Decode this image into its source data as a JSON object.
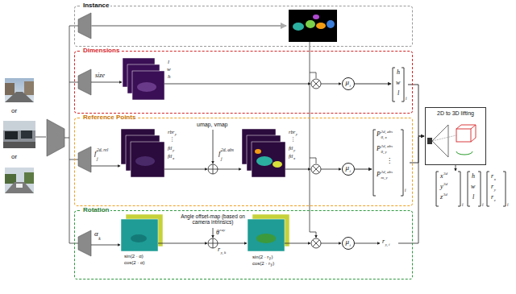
{
  "diagram": {
    "nodes": [
      {
        "text": [
          "Instance"
        ]
      },
      {
        "text": [
          "Dimensions"
        ]
      },
      {
        "text": [
          "Reference Points"
        ]
      },
      {
        "text": [
          "Rotation"
        ]
      },
      {
        "text": [
          "μ",
          "i"
        ],
        "in": 1
      },
      {
        "text": [
          "h",
          "w",
          "l",
          "i"
        ],
        "in": 1
      },
      {
        "text": [
          "μ",
          "i"
        ],
        "in": 2
      },
      {
        "text": [
          "P",
          "2d, abs",
          "0, x",
          "P",
          "2d, abs",
          "0, y",
          "⋮",
          "P",
          "2d, abs",
          "m, y",
          "i"
        ],
        "in": 2
      },
      {
        "text": [
          "μ",
          "i"
        ],
        "in": 3
      },
      {
        "text": [
          "2D to 3D lifting"
        ]
      }
    ],
    "edges": [
      {
        "from": 4,
        "to": 5,
        "arrow": "to"
      },
      {
        "from": 6,
        "to": 7,
        "arrow": "to"
      },
      {
        "from": 5,
        "to": 9,
        "arrow": "to"
      },
      {
        "from": 7,
        "to": 9,
        "arrow": "to"
      }
    ],
    "labels": [
      "or",
      "or",
      "size",
      "l",
      "w",
      "h",
      "f",
      "j",
      "2d, rel",
      "umap, vmap",
      "rbr",
      "y",
      "⋮",
      "ftl",
      "y",
      "ftl",
      "x",
      "f",
      "j",
      "2d, abs",
      "rbr",
      "y",
      "⋮",
      "ftl",
      "y",
      "ftl",
      "x",
      "α",
      "k",
      "sin(2 · α)",
      "cos(2 · α)",
      "Angle offset-map (based on camera intrinsics)",
      "θ",
      "ray",
      "r",
      "y, k",
      "sin(2 · r",
      "y",
      ")",
      "cos(2 · r",
      "y",
      ")",
      "r",
      "y, i",
      "x",
      "3d",
      "y",
      "3d",
      "z",
      "3d",
      "i",
      "h",
      "w",
      "l",
      "i",
      "r",
      "x",
      "r",
      "y",
      "r",
      "z",
      "i"
    ]
  }
}
